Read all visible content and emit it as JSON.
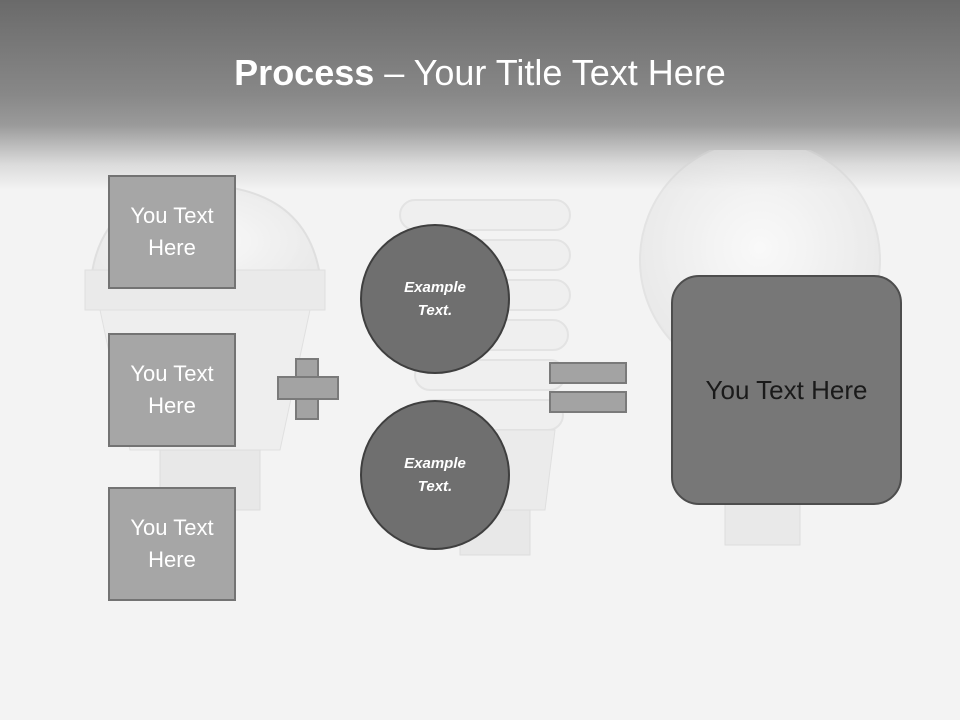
{
  "title": {
    "bold": "Process",
    "dash": " – ",
    "rest": "Your Title Text Here"
  },
  "left_boxes": [
    {
      "label": "You Text Here"
    },
    {
      "label": "You Text Here"
    },
    {
      "label": "You Text Here"
    }
  ],
  "circles": [
    {
      "label": "Example Text."
    },
    {
      "label": "Example Text."
    }
  ],
  "result": {
    "label": "You Text Here"
  },
  "colors": {
    "header_dark": "#6a6a6a",
    "box_fill": "#a6a6a6",
    "circle_fill": "#6f6f6f",
    "result_fill": "#777777",
    "title_text": "#ffffff"
  },
  "icons": {
    "operator_1": "plus-icon",
    "operator_2": "equals-icon",
    "background": "light-bulb-photo"
  }
}
